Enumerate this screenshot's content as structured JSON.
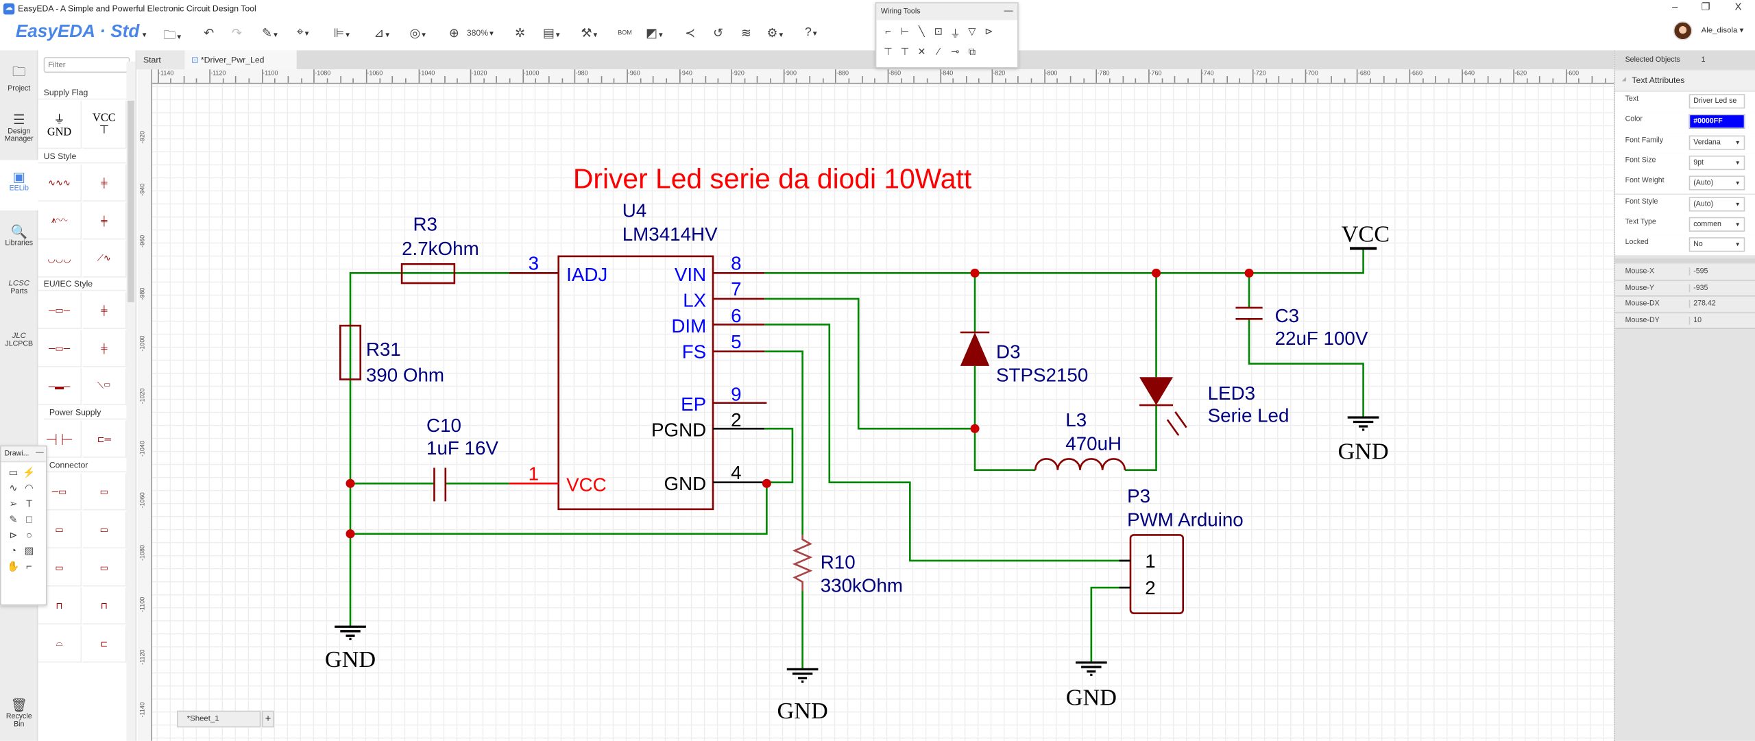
{
  "window": {
    "title": "EasyEDA - A Simple and Powerful Electronic Circuit Design Tool",
    "minimize": "–",
    "restore": "❐",
    "close": "X"
  },
  "toolbar": {
    "logo": "EasyEDA · Std",
    "zoom_level": "380%",
    "bom_label": "BOM",
    "icons": [
      "folder-icon",
      "undo-icon",
      "redo-icon",
      "pencil-icon",
      "pin-icon",
      "align-icon",
      "measure-icon",
      "eye-icon",
      "zoom-icon",
      "star-icon",
      "board-icon",
      "tools-icon",
      "bom-icon",
      "theme-icon",
      "share-icon",
      "history-icon",
      "layers-icon",
      "gear-icon",
      "help-icon"
    ]
  },
  "user": {
    "name": "Ale_disola ▾"
  },
  "tabs": [
    {
      "label": "Start"
    },
    {
      "label": "*Driver_Pwr_Led",
      "active": true
    }
  ],
  "leftbar": [
    {
      "label": "Project",
      "icon": "folder-icon"
    },
    {
      "label": "Design Manager",
      "icon": "list-icon"
    },
    {
      "label": "EELib",
      "icon": "chip-icon",
      "active": true
    },
    {
      "label": "Libraries",
      "icon": "library-search-icon"
    },
    {
      "label": "Parts",
      "icon": "lcsc-icon"
    },
    {
      "label": "JLCPCB",
      "icon": "jlc-icon"
    },
    {
      "label": "Recycle Bin",
      "icon": "trash-icon"
    }
  ],
  "library": {
    "filter_placeholder": "Filter",
    "sections": [
      "Supply Flag",
      "US Style",
      "EU/IEC Style",
      "Power Supply",
      "Connector"
    ],
    "supply_gnd": "GND",
    "supply_vcc": "VCC"
  },
  "drawing_tools": {
    "title": "Drawi...",
    "minimize": "—"
  },
  "wiring_tools": {
    "title": "Wiring Tools",
    "minimize": "—"
  },
  "ruler": {
    "x_labels": [
      "-1140",
      "-1120",
      "-1100",
      "-1080",
      "-1060",
      "-1040",
      "-1020",
      "-1000",
      "-980",
      "-960",
      "-940",
      "-920",
      "-900",
      "-880",
      "-860",
      "-840",
      "-820",
      "-800",
      "-780",
      "-760",
      "-740",
      "-720",
      "-700",
      "-680",
      "-660",
      "-640",
      "-620",
      "-600"
    ],
    "y_labels": [
      "-920",
      "-940",
      "-960",
      "-980",
      "-1000",
      "-1020",
      "-1040",
      "-1060",
      "-1080",
      "-1100",
      "-1120",
      "-1140"
    ]
  },
  "schematic": {
    "title": "Driver Led serie da diodi 10Watt",
    "u4": {
      "ref": "U4",
      "value": "LM3414HV",
      "pins_left": [
        {
          "num": "3",
          "name": "IADJ"
        },
        {
          "num": "1",
          "name": "VCC"
        }
      ],
      "pins_right": [
        {
          "num": "8",
          "name": "VIN"
        },
        {
          "num": "7",
          "name": "LX"
        },
        {
          "num": "6",
          "name": "DIM"
        },
        {
          "num": "5",
          "name": "FS"
        },
        {
          "num": "9",
          "name": "EP"
        },
        {
          "num": "2",
          "name": "PGND"
        },
        {
          "num": "4",
          "name": "GND"
        }
      ]
    },
    "r3": {
      "ref": "R3",
      "value": "2.7kOhm"
    },
    "r31": {
      "ref": "R31",
      "value": "390 Ohm"
    },
    "c10": {
      "ref": "C10",
      "value": "1uF 16V"
    },
    "r10": {
      "ref": "R10",
      "value": "330kOhm"
    },
    "d3": {
      "ref": "D3",
      "value": "STPS2150"
    },
    "l3": {
      "ref": "L3",
      "value": "470uH"
    },
    "led3": {
      "ref": "LED3",
      "value": "Serie Led"
    },
    "c3": {
      "ref": "C3",
      "value": "22uF 100V"
    },
    "p3": {
      "ref": "P3",
      "value": "PWM Arduino",
      "pins": [
        "1",
        "2"
      ]
    },
    "vcc": "VCC",
    "gnd": "GND",
    "colors": {
      "wire": "#008800",
      "part": "#880000",
      "label": "#000080",
      "pin_name": "#0000FF",
      "title": "#FF0000"
    }
  },
  "sheet": {
    "tab": "*Sheet_1",
    "add": "+"
  },
  "properties": {
    "selected_label": "Selected Objects",
    "selected_count": "1",
    "section": "Text Attributes",
    "rows": [
      {
        "label": "Text",
        "value": "Driver Led se"
      },
      {
        "label": "Color",
        "value": "#0000FF"
      },
      {
        "label": "Font Family",
        "value": "Verdana"
      },
      {
        "label": "Font Size",
        "value": "9pt"
      },
      {
        "label": "Font Weight",
        "value": "(Auto)"
      },
      {
        "label": "Font Style",
        "value": "(Auto)"
      },
      {
        "label": "Text Type",
        "value": "commen"
      },
      {
        "label": "Locked",
        "value": "No"
      }
    ],
    "mouse": [
      {
        "label": "Mouse-X",
        "value": "-595"
      },
      {
        "label": "Mouse-Y",
        "value": "-935"
      },
      {
        "label": "Mouse-DX",
        "value": "278.42"
      },
      {
        "label": "Mouse-DY",
        "value": "10"
      }
    ]
  }
}
